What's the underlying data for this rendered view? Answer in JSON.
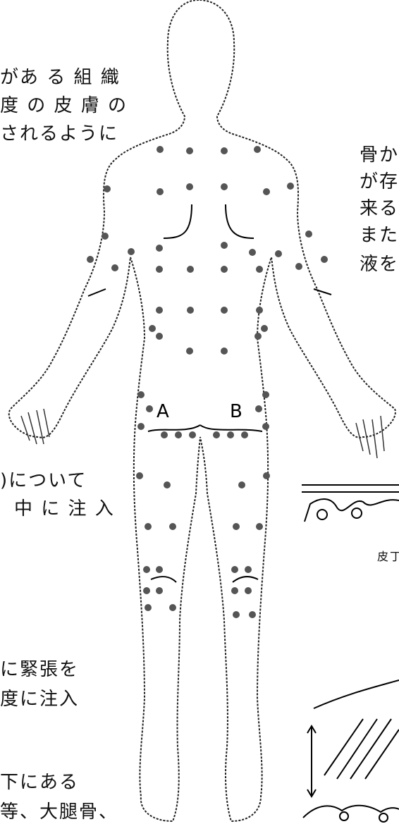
{
  "left_notes": {
    "top": [
      "があ る 組 織",
      "度 の 皮 膚 の",
      "されるように"
    ],
    "middle": [
      ")について",
      "中 に 注 入"
    ],
    "lower": [
      "に緊張を",
      "度に注入"
    ],
    "bottom": [
      "下にある",
      "等、大腿骨、"
    ]
  },
  "right_notes": {
    "top": [
      "骨か",
      "が存",
      "来る",
      "また",
      "液を"
    ],
    "middle_caption": "皮丁"
  },
  "markers": {
    "A": "A",
    "B": "B"
  },
  "colors": {
    "dot": "#555555",
    "outline": "#222222",
    "line": "#000000"
  }
}
